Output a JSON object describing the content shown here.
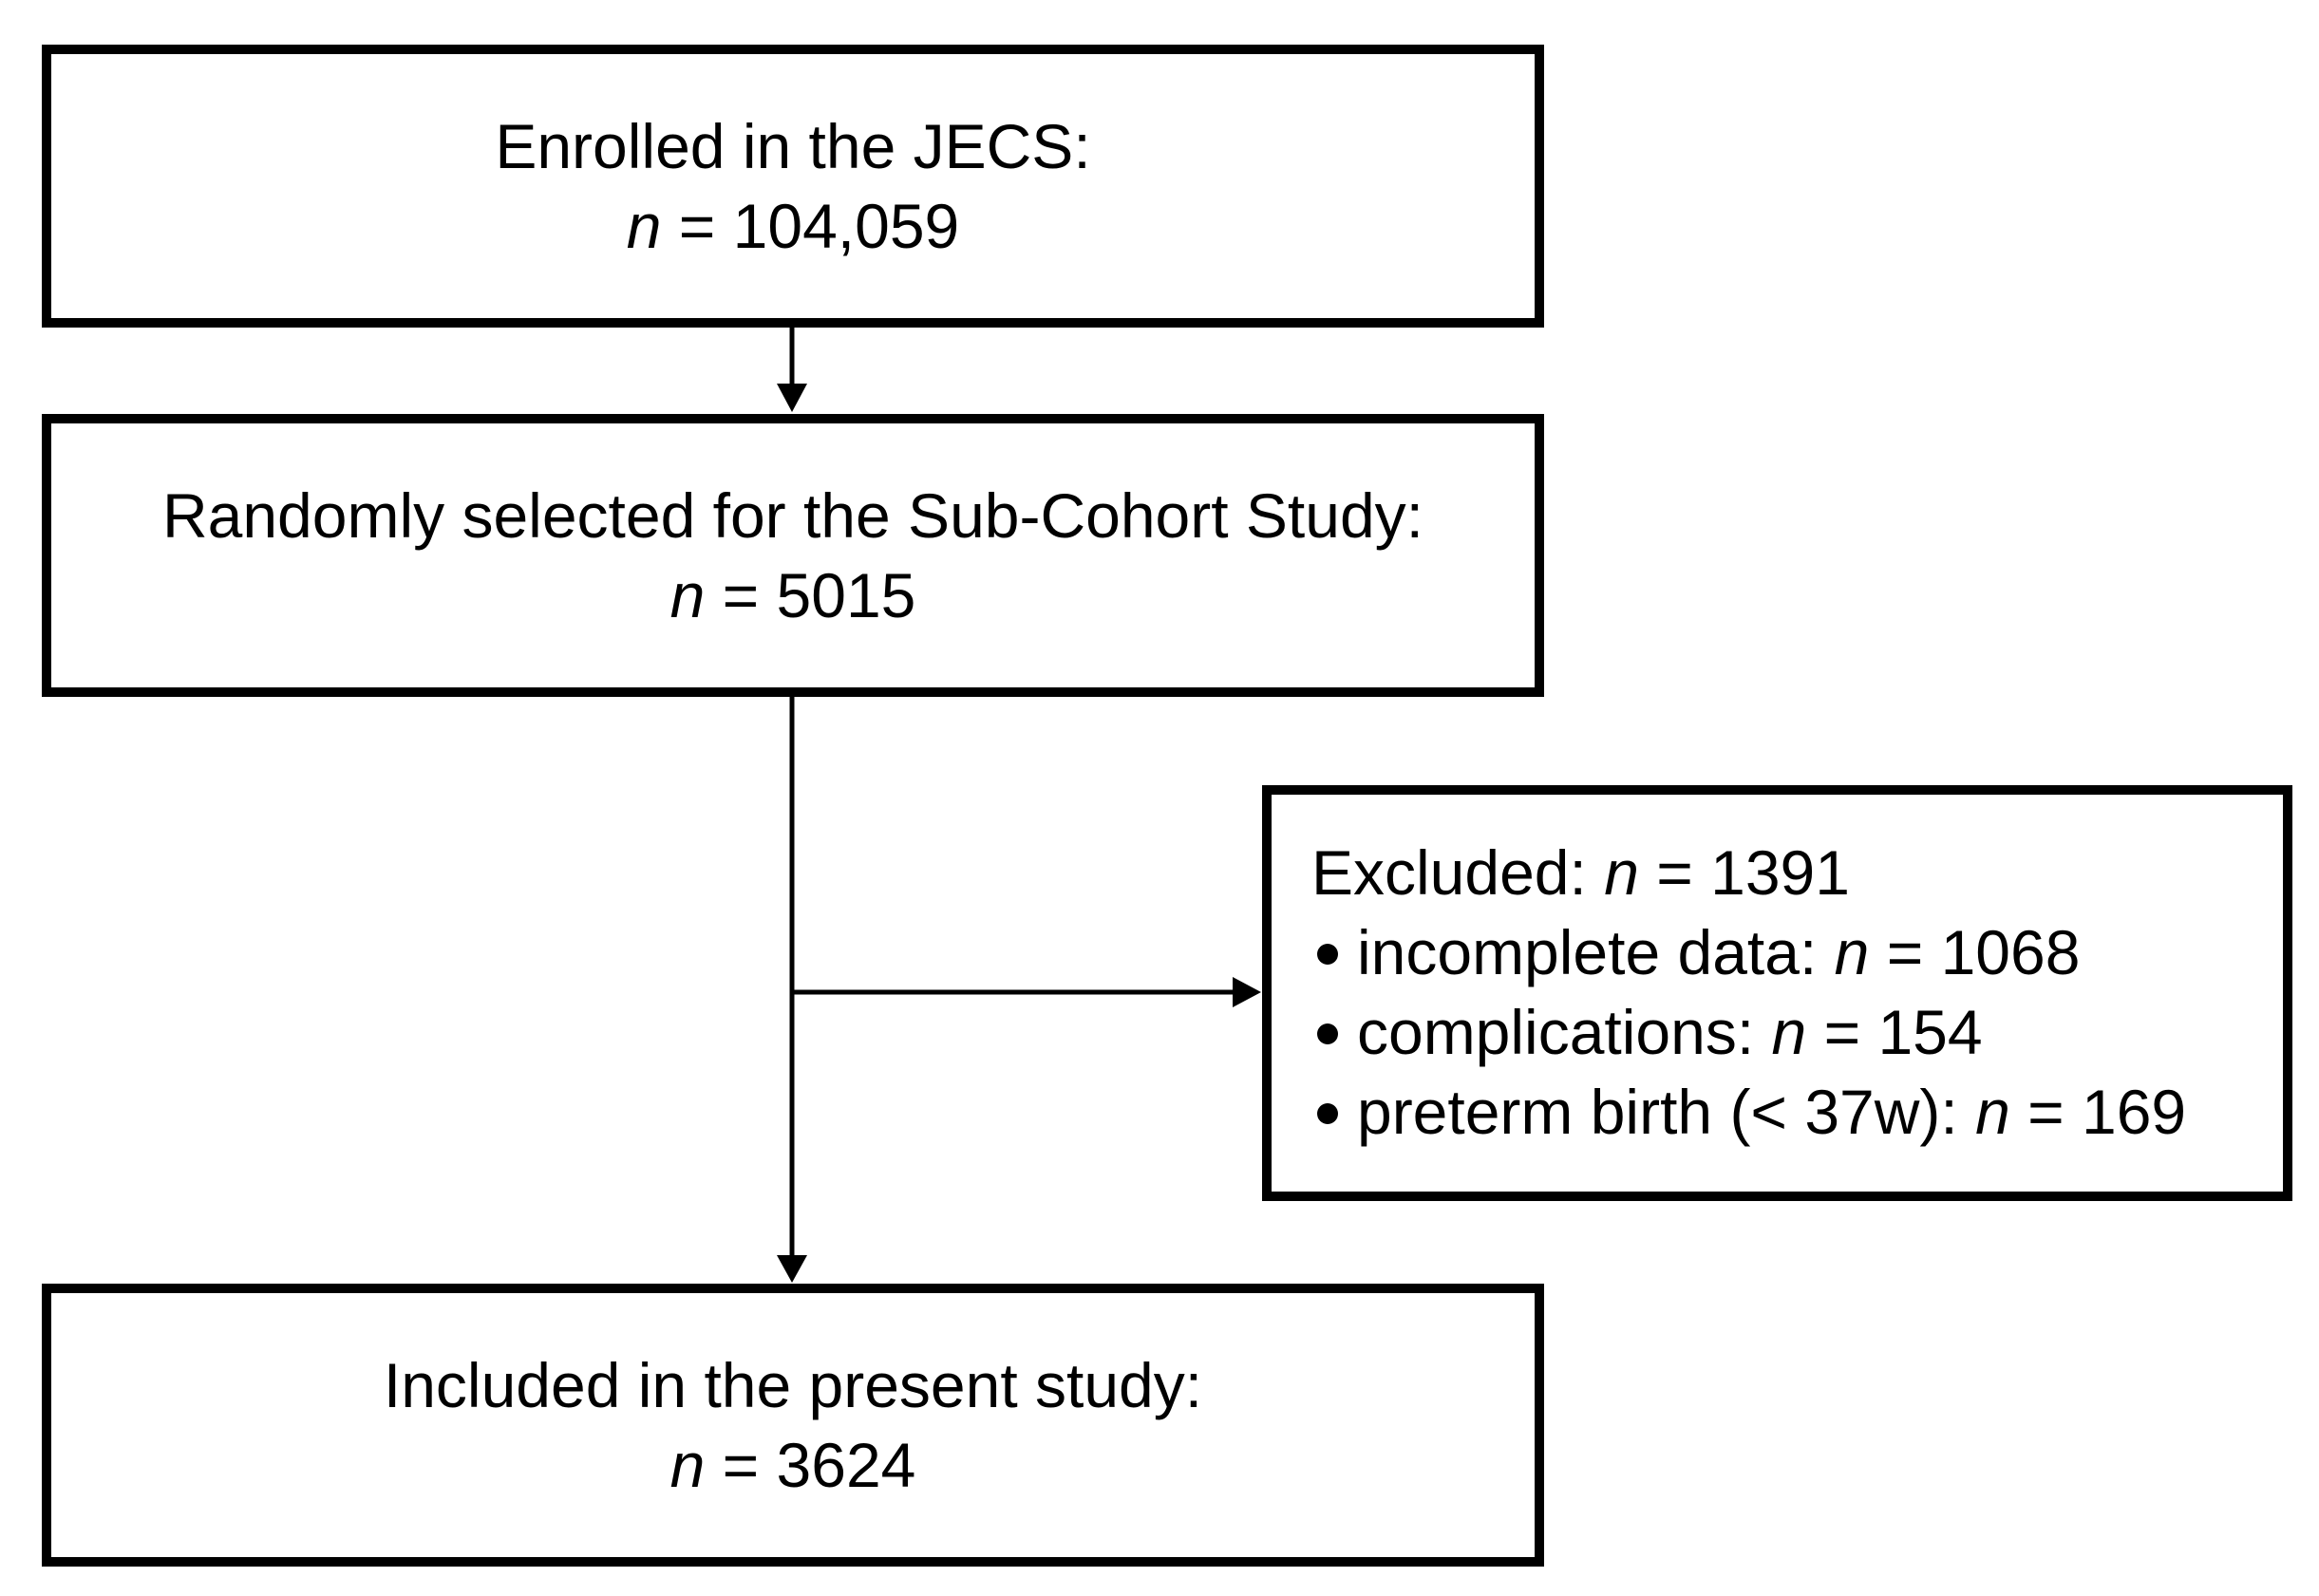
{
  "boxes": {
    "enrolled": {
      "label": "Enrolled in the JECS:",
      "n_symbol": "n",
      "n_value": "= 104,059"
    },
    "randomly_selected": {
      "label": "Randomly selected for the Sub-Cohort Study:",
      "n_symbol": "n",
      "n_value": "= 5015"
    },
    "excluded": {
      "label": "Excluded:",
      "n_symbol": "n",
      "n_value": "= 1391",
      "items": [
        {
          "label": "incomplete data:",
          "n_symbol": "n",
          "n_value": "= 1068"
        },
        {
          "label": "complications:",
          "n_symbol": "n",
          "n_value": "= 154"
        },
        {
          "label": "preterm birth (< 37w):",
          "n_symbol": "n",
          "n_value": "= 169"
        }
      ]
    },
    "included": {
      "label": "Included in the present study:",
      "n_symbol": "n",
      "n_value": "= 3624"
    }
  },
  "colors": {
    "stroke": "#000000",
    "background": "#ffffff"
  }
}
